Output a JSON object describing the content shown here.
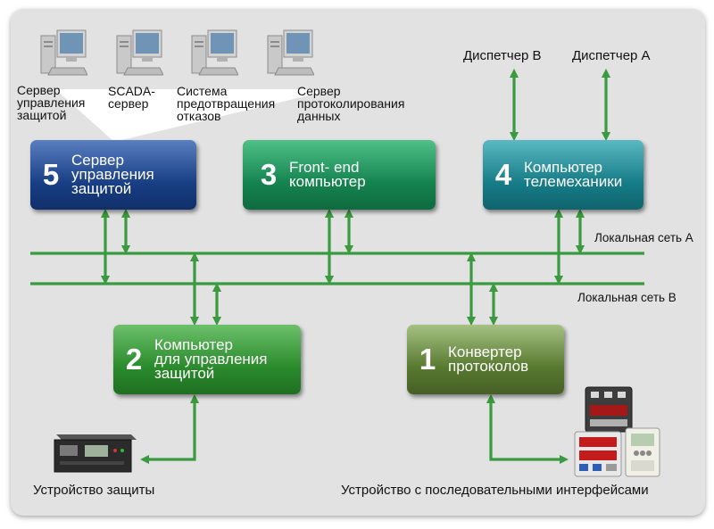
{
  "workstations": [
    {
      "label": "Сервер\nуправления\nзащитой"
    },
    {
      "label": "SCADA-\nсервер"
    },
    {
      "label": "Система\nпредотвращения\nотказов"
    },
    {
      "label": "Сервер\nпротоколирования\nданных"
    }
  ],
  "dispatchers": {
    "b": "Диспетчер В",
    "a": "Диспетчер А"
  },
  "boxes": {
    "b5": {
      "num": "5",
      "title": "Сервер\nуправления\nзащитой"
    },
    "b3": {
      "num": "3",
      "title": "Front- end\nкомпьютер"
    },
    "b4": {
      "num": "4",
      "title": "Компьютер\nтелемеханики"
    },
    "b2": {
      "num": "2",
      "title": "Компьютер\nдля управления\nзащитой"
    },
    "b1": {
      "num": "1",
      "title": "Конвертер\nпротоколов"
    }
  },
  "networks": {
    "a": "Локальная сеть А",
    "b": "Локальная сеть В"
  },
  "devices": {
    "protection": "Устройство защиты",
    "serial": "Устройство с последовательными интерфейсами"
  },
  "colors": {
    "line": "#3a9a3f",
    "panel": "#e2e2e2"
  }
}
